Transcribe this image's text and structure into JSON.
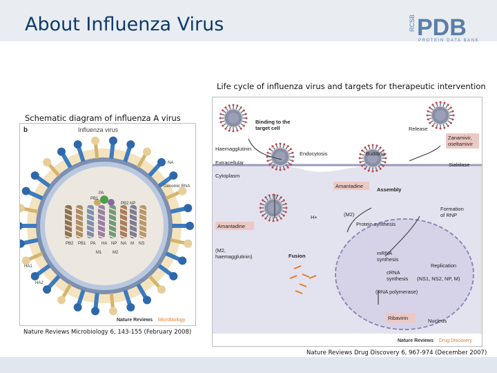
{
  "header": {
    "title": "About Influenza Virus",
    "logo": {
      "small_text": "RCSB",
      "big_text": "PDB",
      "sub_text": "PROTEIN DATA BANK"
    }
  },
  "left_figure": {
    "caption": "Schematic diagram of influenza A virus",
    "panel_letter": "b",
    "panel_title": "Influenza virus",
    "labels": {
      "na": "NA",
      "genomic_rna": "Genomic RNA",
      "pa": "PA",
      "pb1": "PB1",
      "pb2_np": "PB2 NP",
      "segments": [
        "PB2",
        "PB1",
        "PA",
        "HA",
        "NP",
        "NA",
        "M",
        "NS"
      ],
      "m1": "M1",
      "m2": "M2",
      "ha1": "HA1",
      "ha2": "HA2"
    },
    "journal_brand": "Nature Reviews",
    "journal_section": "Microbiology",
    "citation": "Nature Reviews Microbiology 6, 143-155 (February 2008)"
  },
  "right_figure": {
    "caption": "Life cycle of influenza virus and targets for therapeutic intervention",
    "labels": {
      "binding": [
        "Binding to the",
        "target cell"
      ],
      "release": "Release",
      "zanamivir": [
        "Zanamivir,",
        "oseltamivir"
      ],
      "haemagglutinin": "Haemagglutinin",
      "endocytosis": "Endocytosis",
      "budding": "Budding",
      "extracellular": "Extracellular",
      "sialidase": "Sialidase",
      "cytoplasm": "Cytoplasm",
      "amantadine_top": "Amantadine",
      "assembly": "Assembly",
      "h_plus": "H+",
      "m2": "(M2)",
      "formation": [
        "Formation",
        "of RNP"
      ],
      "amantadine_left": "Amantadine",
      "protein_synthesis": "Protein synthesis",
      "m2_haem": [
        "(M2,",
        "haemagglutinin)"
      ],
      "fusion": "Fusion",
      "mrna": [
        "mRNA",
        "synthesis"
      ],
      "replication": "Replication",
      "crna": [
        "cRNA",
        "synthesis"
      ],
      "ns_labels": "(NS1, NS2, NP, M)",
      "rna_polymerase": "(RNA polymerase)",
      "ribavirin": "Ribavirin",
      "nucleus": "Nucleus"
    },
    "journal_brand": "Nature Reviews",
    "journal_section": "Drug Discovery",
    "citation": "Nature Reviews Drug Discovery 6, 967-974 (December 2007)"
  },
  "colors": {
    "title": "#0d3a6b",
    "header_bg": "#e9edf2",
    "footer_bg": "#e2e7ee",
    "cytoplasm": "#e3e2ef",
    "nucleus": "#d6d3e8",
    "drug_box": "#ecc9c4",
    "virion_core": "#8a8fa8",
    "spike_blue": "#3c7bbf",
    "spike_tan": "#e8cf9a",
    "nature_orange": "#e07a2a"
  }
}
